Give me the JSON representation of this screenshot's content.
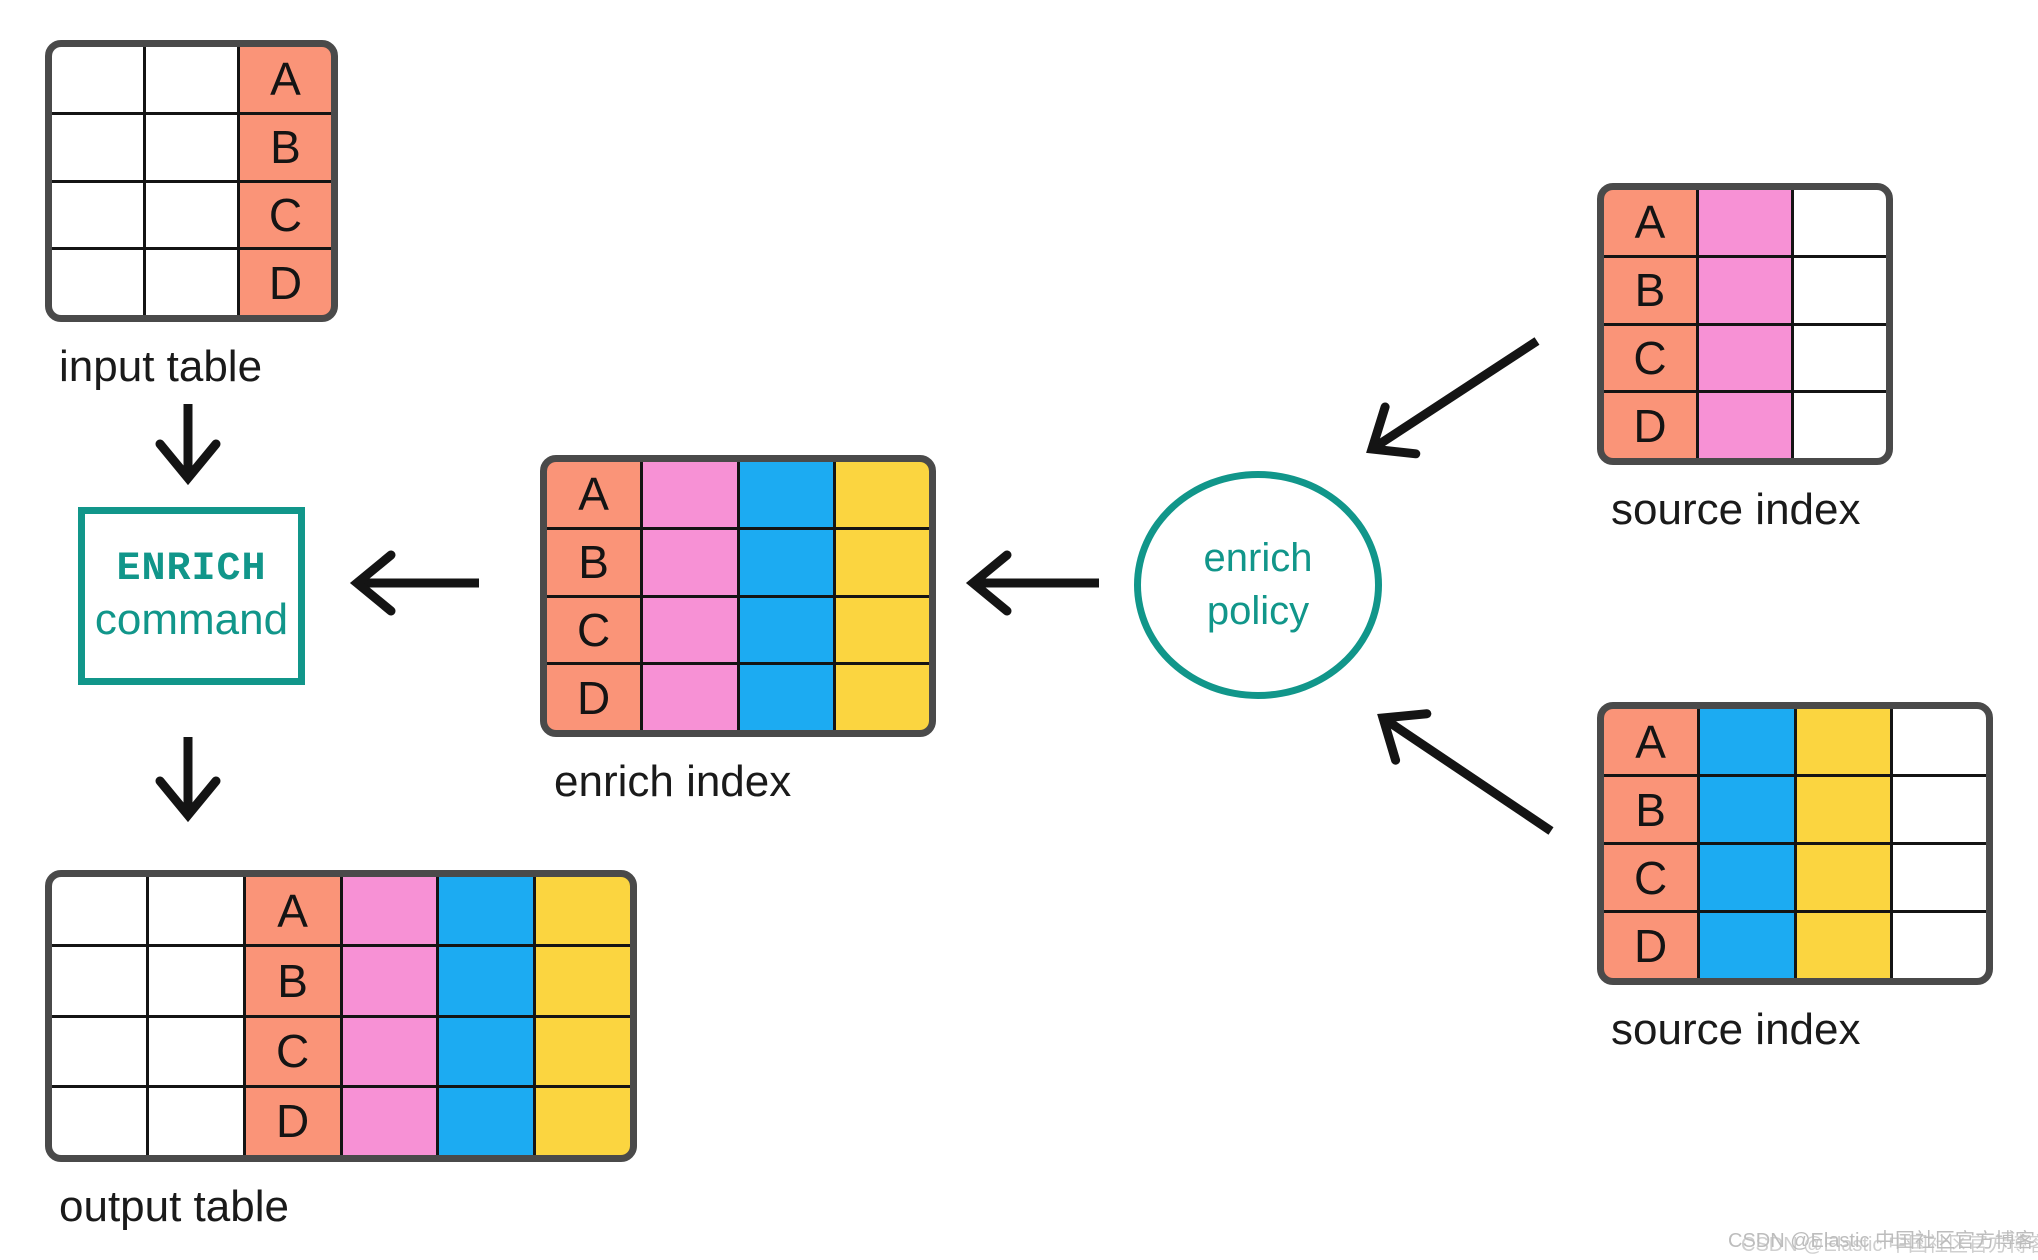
{
  "colors": {
    "teal": "#11968a",
    "salmon": "#fa9478",
    "pink": "#f791d5",
    "blue": "#1cabf2",
    "yellow": "#fbd540",
    "table_border": "#4a4a4a",
    "arrow": "#141414"
  },
  "row_letters": [
    "A",
    "B",
    "C",
    "D"
  ],
  "tables": [
    {
      "id": "input-table",
      "label": "input table",
      "columns": [
        "white",
        "white",
        "salmon"
      ],
      "letters_col": 2
    },
    {
      "id": "enrich-index-table",
      "label": "enrich index",
      "columns": [
        "salmon",
        "pink",
        "blue",
        "yellow"
      ],
      "letters_col": 0
    },
    {
      "id": "source-index-top",
      "label": "source index",
      "columns": [
        "salmon",
        "pink",
        "white"
      ],
      "letters_col": 0
    },
    {
      "id": "source-index-bottom",
      "label": "source index",
      "columns": [
        "salmon",
        "blue",
        "yellow",
        "white"
      ],
      "letters_col": 0
    },
    {
      "id": "output-table",
      "label": "output table",
      "columns": [
        "white",
        "white",
        "salmon",
        "pink",
        "blue",
        "yellow"
      ],
      "letters_col": 2
    }
  ],
  "enrich_command": {
    "line1": "ENRICH",
    "line2": "command"
  },
  "enrich_policy": {
    "line1": "enrich",
    "line2": "policy"
  },
  "watermark": {
    "text": "CSDN @Elastic 中国社区官方博客"
  }
}
